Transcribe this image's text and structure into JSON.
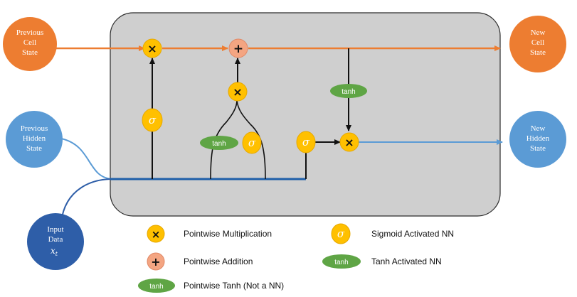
{
  "nodes": {
    "prev_cell": [
      "Previous",
      "Cell",
      "State"
    ],
    "new_cell": [
      "New",
      "Cell",
      "State"
    ],
    "prev_hidden": [
      "Previous",
      "Hidden",
      "State"
    ],
    "new_hidden": [
      "New",
      "Hidden",
      "State"
    ],
    "input": [
      "Input",
      "Data"
    ],
    "input_symbol": "x",
    "input_subscript": "t"
  },
  "symbols": {
    "multiply": "×",
    "add": "+",
    "sigma": "σ",
    "tanh": "tanh"
  },
  "legend": {
    "multiplication": "Pointwise Multiplication",
    "addition": "Pointwise Addition",
    "pointwise_tanh": "Pointwise Tanh (Not a NN)",
    "sigmoid": "Sigmoid Activated NN",
    "tanh_nn": "Tanh Activated NN"
  },
  "colors": {
    "cell_state_node": "#ed7d31",
    "hidden_state_node": "#5b9bd5",
    "input_node": "#2e5ea8",
    "cell_line": "#ed7d31",
    "hidden_line": "#5b9bd5",
    "internal_bus": "#1f5fa8",
    "panel_fill": "#cfcfcf",
    "op_yellow": "#ffc000",
    "op_pink": "#f4a582",
    "tanh_green": "#5fa545"
  }
}
